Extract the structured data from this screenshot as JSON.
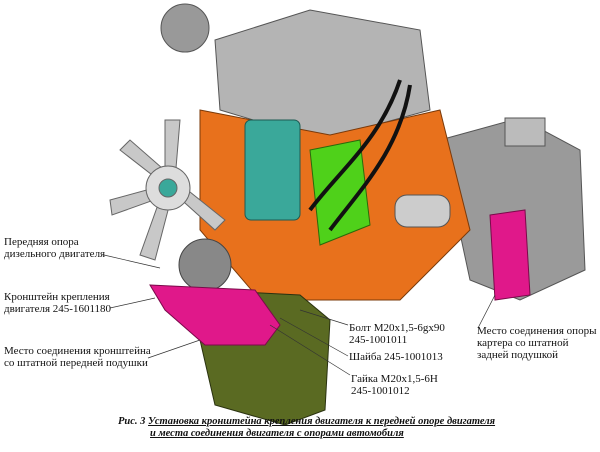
{
  "labels": {
    "front_support": [
      "Передняя опора",
      "дизельного двигателя"
    ],
    "bracket": [
      "Кронштейн крепления",
      "двигателя 245-1601180"
    ],
    "bracket_joint": [
      "Место соединения кронштейна",
      "со штатной передней подушки"
    ],
    "bolt": [
      "Болт М20x1,5-6gx90",
      "245-1001011"
    ],
    "washer": [
      "Шайба 245-1001013"
    ],
    "nut": [
      "Гайка М20x1,5-6Н",
      "245-1001012"
    ],
    "rear_joint": [
      "Место соединения опоры",
      "картера со штатной",
      "задней подушкой"
    ]
  },
  "caption": {
    "prefix": "Рис. 3",
    "line1": "Установка кронштейна крепления двигателя к передней опоре двигателя",
    "line2": "и места соединения двигателя с опорами автомобиля"
  },
  "colors": {
    "block": "#a8a8a8",
    "orange": "#e8711c",
    "green": "#5a6a22",
    "pink": "#e0188a",
    "teal": "#3aa89a",
    "lime": "#4fd11a"
  }
}
